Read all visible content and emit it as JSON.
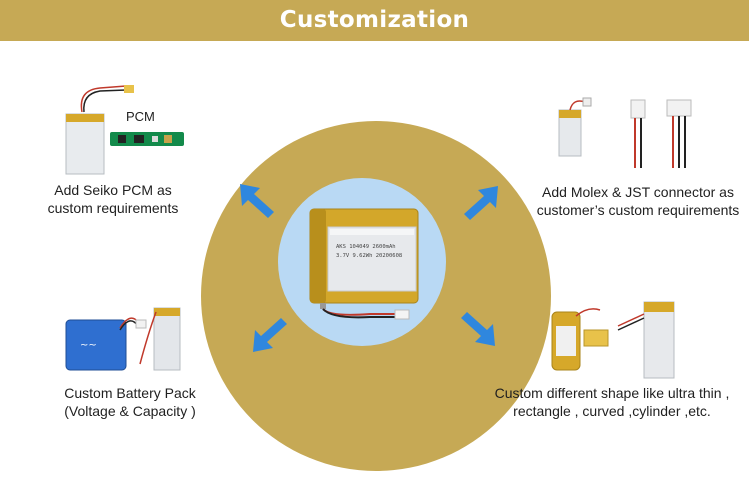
{
  "header": {
    "title": "Customization"
  },
  "features": {
    "pcm": {
      "line1": "Add Seiko PCM as",
      "line2": "custom requirements",
      "tag": "PCM"
    },
    "connector": {
      "line1": "Add Molex & JST connector as",
      "line2": "customer’s custom requirements"
    },
    "pack": {
      "line1": "Custom Battery Pack",
      "line2": "(Voltage & Capacity )"
    },
    "shape": {
      "line1": "Custom different shape like ultra thin ,",
      "line2": "rectangle , curved ,cylinder ,etc."
    }
  },
  "center_battery": {
    "label1": "AKS 104049 2600mAh",
    "label2": "3.7V 9.62Wh 20200608"
  },
  "colors": {
    "banner": "#c6a955",
    "ring": "#c6a955",
    "inner_ring": "#b9d9f4",
    "arrow": "#2f87de",
    "battery": "#d3a72a"
  },
  "icons": [
    "arrow-up-left-icon",
    "arrow-up-right-icon",
    "arrow-down-left-icon",
    "arrow-down-right-icon"
  ]
}
